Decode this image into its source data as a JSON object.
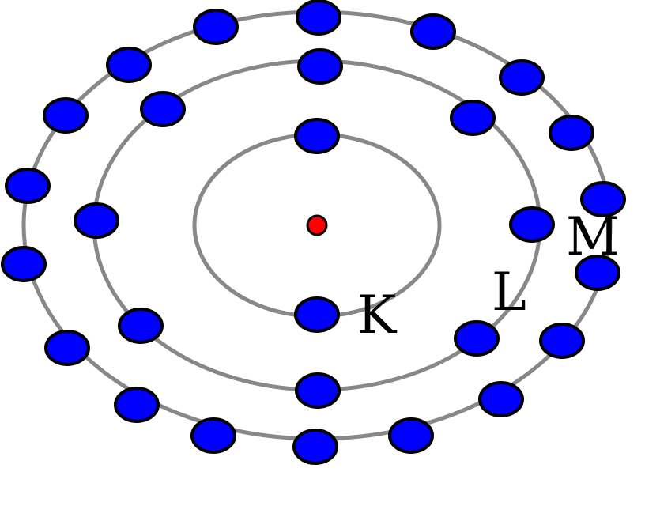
{
  "diagram": {
    "colors": {
      "orbit": "#888888",
      "electron": "#0000ff",
      "electron_outline": "#000000",
      "nucleus": "#ff0000",
      "label": "#000000"
    },
    "nucleus": {
      "icon": "nucleus-dot"
    },
    "shells": [
      {
        "label": "K",
        "electron_count": 2
      },
      {
        "label": "L",
        "electron_count": 8
      },
      {
        "label": "M",
        "electron_count": 18
      }
    ]
  }
}
